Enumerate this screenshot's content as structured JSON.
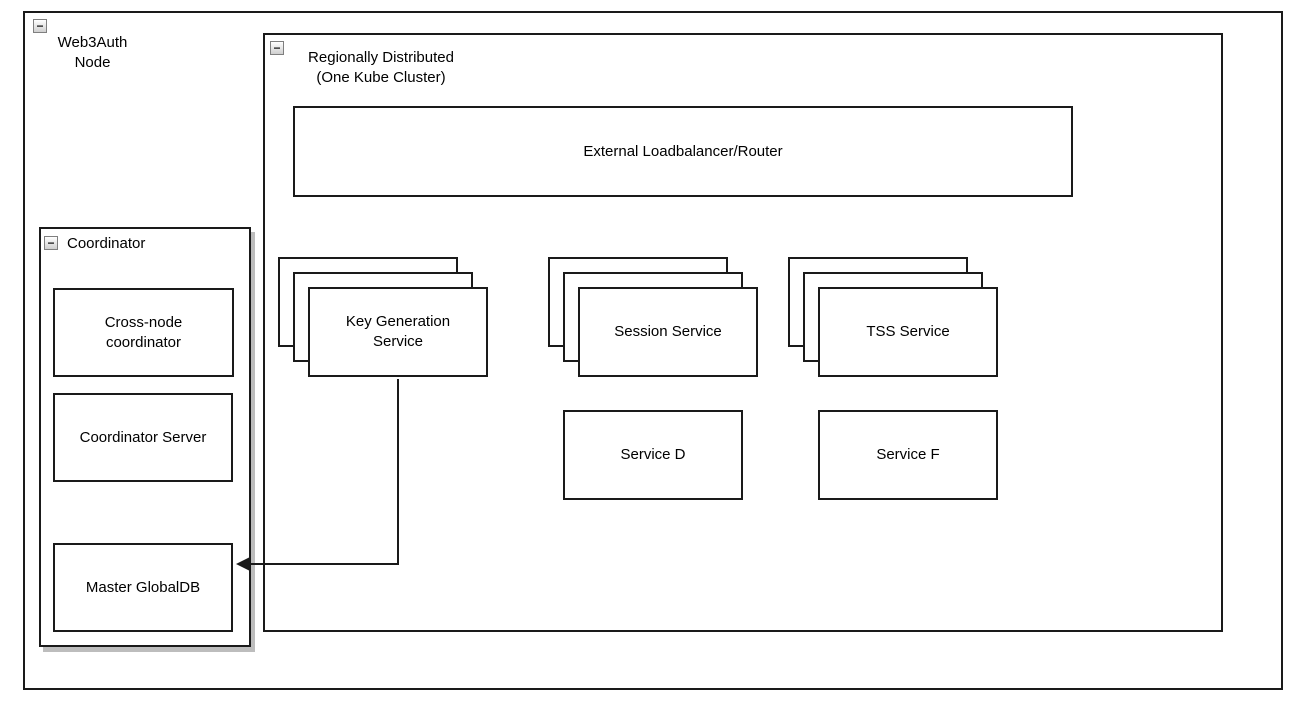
{
  "canvas": {
    "background": "#ffffff",
    "border_color": "#1a1a1a",
    "shadow_color": "#bdbdbd"
  },
  "collapse_icon": "−",
  "web3auth_node": {
    "line1": "Web3Auth",
    "line2": "Node"
  },
  "regional_cluster": {
    "line1": "Regionally Distributed",
    "line2": "(One Kube Cluster)"
  },
  "loadbalancer": {
    "label": "External Loadbalancer/Router"
  },
  "stacks": [
    {
      "label": "Key Generation Service"
    },
    {
      "label": "Session Service"
    },
    {
      "label": "TSS Service"
    }
  ],
  "services": [
    {
      "label": "Service D"
    },
    {
      "label": "Service F"
    }
  ],
  "coordinator": {
    "label": "Coordinator",
    "boxes": [
      {
        "label": "Cross-node coordinator"
      },
      {
        "label": "Coordinator Server"
      },
      {
        "label": "Master GlobalDB"
      }
    ]
  }
}
